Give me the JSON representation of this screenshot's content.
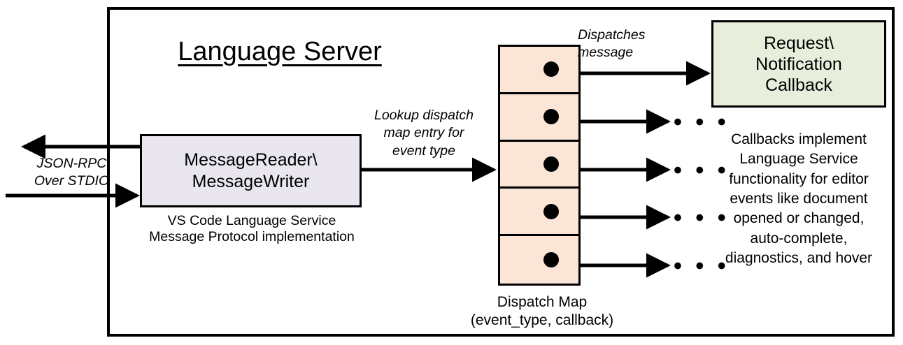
{
  "diagram": {
    "title": "Language Server",
    "frame_name": "language-server-boundary"
  },
  "left_channel": {
    "label": "JSON-RPC\nOver STDIO",
    "outbound_arrow": "arrow-out-to-client",
    "inbound_arrow": "arrow-in-from-client"
  },
  "reader_writer": {
    "label": "MessageReader\\\nMessageWriter",
    "caption": "VS Code Language Service\nMessage Protocol implementation",
    "fill": "#EAE6F0"
  },
  "lookup": {
    "label": "Lookup dispatch\nmap entry for\nevent type"
  },
  "dispatch_map": {
    "caption": "Dispatch Map\n(event_type, callback)",
    "fill": "#FBE5D6",
    "rows": [
      {
        "dot": "callback-pointer-dot"
      },
      {
        "dot": "callback-pointer-dot"
      },
      {
        "dot": "callback-pointer-dot"
      },
      {
        "dot": "callback-pointer-dot"
      },
      {
        "dot": "callback-pointer-dot"
      }
    ]
  },
  "dispatch_message": {
    "label": "Dispatches\nmessage"
  },
  "callback": {
    "label": "Request\\\nNotification\nCallback",
    "caption": "Callbacks implement\nLanguage Service\nfunctionality for editor\nevents like document\nopened or changed,\nauto-complete,\ndiagnostics, and hover",
    "fill": "#E7EFDC"
  },
  "ellipses": {
    "glyph": "• • •",
    "count": 4
  },
  "colors": {
    "stroke": "#000000",
    "background": "#FFFFFF"
  }
}
